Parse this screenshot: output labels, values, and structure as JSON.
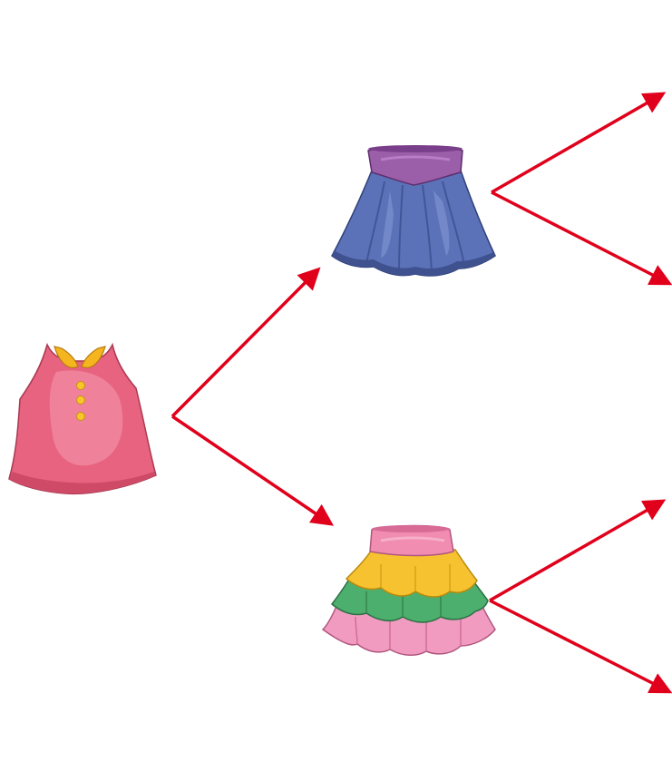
{
  "diagram": {
    "type": "tree",
    "arrow_color": "#e0001b",
    "root": {
      "item": "tank-top",
      "colors": {
        "body": "#e8637f",
        "collar": "#f5b51f",
        "buttons": "#f7c62a"
      }
    },
    "branches": [
      {
        "item": "denim-skirt",
        "colors": {
          "waist": "#9b5ea9",
          "body": "#5b72b8"
        },
        "leaves": 2
      },
      {
        "item": "ruffled-skirt",
        "colors": {
          "waist": "#f08db1",
          "tier1": "#f7c22f",
          "tier2": "#4caf6d",
          "tier3": "#f29bc0"
        },
        "leaves": 2
      }
    ]
  }
}
